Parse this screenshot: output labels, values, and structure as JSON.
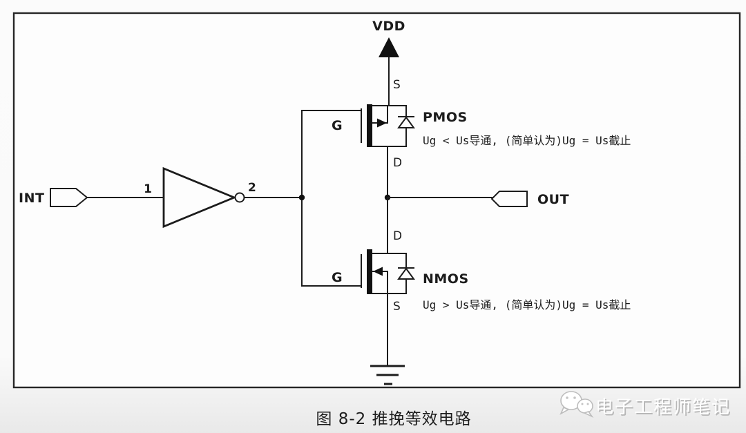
{
  "diagram": {
    "power_label": "VDD",
    "input_label": "INT",
    "output_label": "OUT",
    "inverter": {
      "input_pin": "1",
      "output_pin": "2"
    },
    "pmos": {
      "name": "PMOS",
      "gate_label": "G",
      "source_label": "S",
      "drain_label": "D",
      "note": "Ug < Us导通, (简单认为)Ug = Us截止"
    },
    "nmos": {
      "name": "NMOS",
      "gate_label": "G",
      "source_label": "S",
      "drain_label": "D",
      "note": "Ug > Us导通, (简单认为)Ug = Us截止"
    }
  },
  "caption": "图 8-2 推挽等效电路",
  "watermark": {
    "text": "电子工程师笔记",
    "icon": "wechat-icon"
  },
  "colors": {
    "line": "#1c1c1c",
    "background": "#fafafa",
    "frame_fill": "#fdfdfd",
    "watermark_text": "#ffffff",
    "watermark_shadow": "#b8b8b8"
  }
}
